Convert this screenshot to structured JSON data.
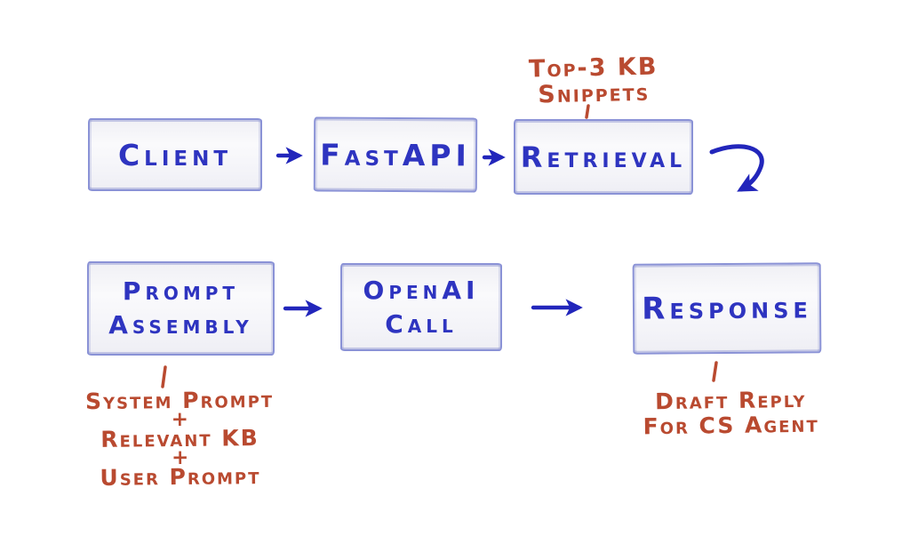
{
  "palette": {
    "ink_blue": "#2e34c0",
    "arrow_blue": "#2226bb",
    "box_border_blue": "#8a92d6",
    "box_fill": "#f3f3f8",
    "annotation_red": "#b94a30",
    "background": "#ffffff"
  },
  "nodes": {
    "client": {
      "label": "Client"
    },
    "fastapi": {
      "label": "FastAPI"
    },
    "retrieval": {
      "label": "Retrieval"
    },
    "prompt_assembly": {
      "line1": "Prompt",
      "line2": "Assembly"
    },
    "openai_call": {
      "line1": "OpenAI",
      "line2": "Call"
    },
    "response": {
      "label": "Response"
    }
  },
  "annotations": {
    "retrieval_note": {
      "line1": "Top-3 KB",
      "line2": "Snippets"
    },
    "prompt_note": {
      "line1": "System Prompt",
      "plus1": "+",
      "line2": "Relevant KB",
      "plus2": "+",
      "line3": "User Prompt"
    },
    "response_note": {
      "line1": "Draft Reply",
      "line2": "For CS Agent"
    }
  }
}
